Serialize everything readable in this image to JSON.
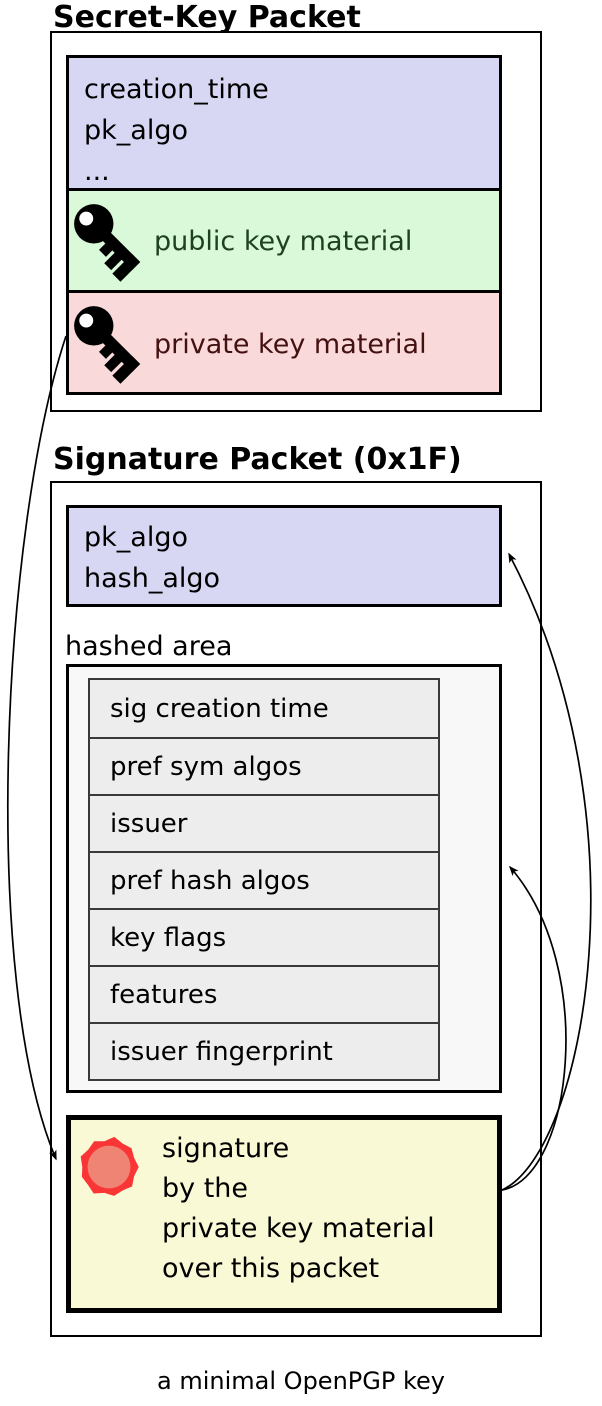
{
  "diagram": {
    "caption": "a minimal OpenPGP key"
  },
  "secret_key_packet": {
    "title": "Secret-Key Packet",
    "header_fields": [
      "creation_time",
      "pk_algo",
      "..."
    ],
    "public_key": {
      "icon": "key-icon",
      "label": "public key material"
    },
    "private_key": {
      "icon": "key-icon",
      "label": "private key material"
    }
  },
  "signature_packet": {
    "title": "Signature Packet (0x1F)",
    "header_fields": [
      "pk_algo",
      "hash_algo"
    ],
    "hashed_area": {
      "label": "hashed area",
      "subpackets": [
        "sig creation time",
        "pref sym algos",
        "issuer",
        "pref hash algos",
        "key flags",
        "features",
        "issuer fingerprint"
      ]
    },
    "signature": {
      "icon": "seal-icon",
      "lines": [
        "signature",
        "by the",
        "private key material",
        "over this packet"
      ]
    }
  },
  "arrows": [
    {
      "name": "arrow-private-key-to-signature",
      "from": "private key material",
      "to": "signature"
    },
    {
      "name": "arrow-signature-to-header",
      "from": "signature",
      "to": "pk_algo / hash_algo header"
    },
    {
      "name": "arrow-signature-to-hashed-area",
      "from": "signature",
      "to": "hashed area"
    }
  ],
  "colors": {
    "header_fill": "#d7d7f4",
    "public_key_fill": "#d9f9d9",
    "public_key_text": "#1e421e",
    "private_key_fill": "#f9d9d9",
    "private_key_text": "#441111",
    "hashed_area_fill": "#f8f8f8",
    "subpacket_fill": "#ededed",
    "signature_fill": "#f9f9d6",
    "seal_outer": "#f93535",
    "seal_inner": "#ef8474",
    "line": "#000000"
  }
}
